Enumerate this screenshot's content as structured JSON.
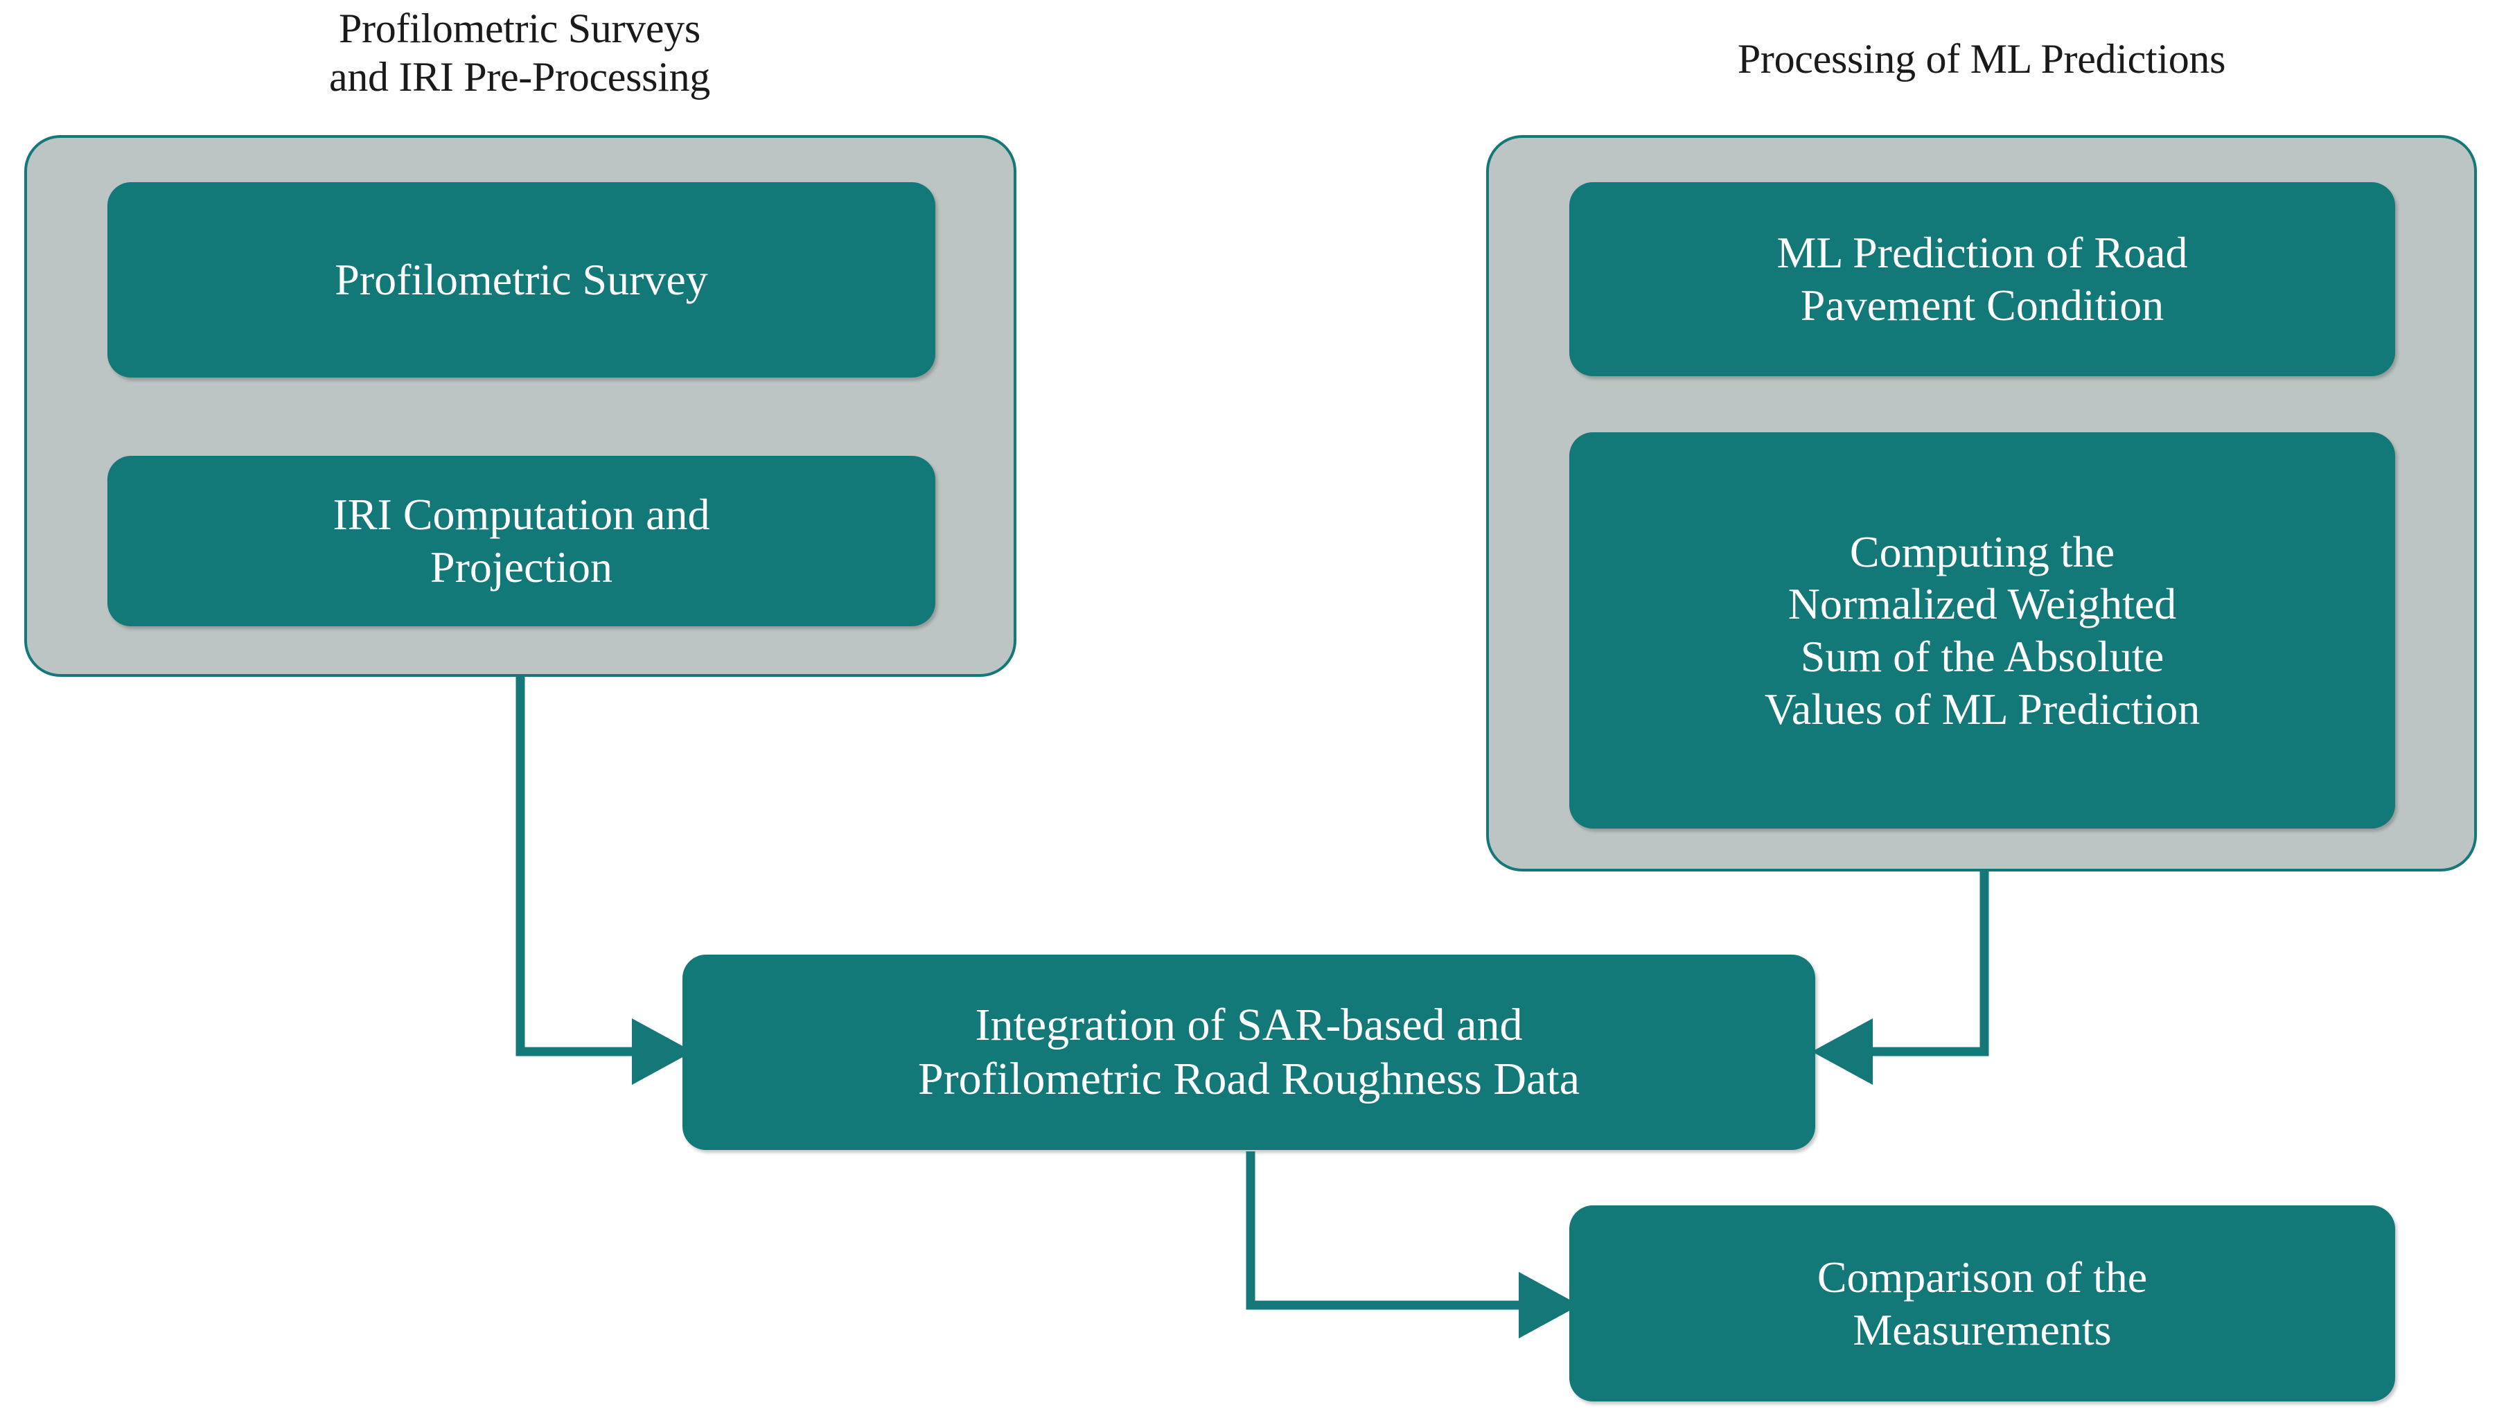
{
  "figure": {
    "type": "flowchart",
    "orientation": "top-down",
    "background_color": "#ffffff"
  },
  "colors": {
    "node_fill": "#137878",
    "node_text": "#ffffff",
    "group_fill": "#bcc5c3",
    "group_border": "#157878",
    "connector": "#157878",
    "title_text": "#1a1a1a"
  },
  "groups": [
    {
      "id": "profilometric-surveys",
      "title": "Profilometric Surveys\nand IRI Pre-Processing",
      "nodes": [
        {
          "id": "profilometric-survey",
          "label": "Profilometric Survey"
        },
        {
          "id": "iri-computation",
          "label": "IRI Computation and\nProjection"
        }
      ]
    },
    {
      "id": "ml-predictions",
      "title": "Processing of ML Predictions",
      "nodes": [
        {
          "id": "ml-prediction",
          "label": "ML Prediction of Road\nPavement Condition"
        },
        {
          "id": "normalized-sum",
          "label": "Computing the\nNormalized Weighted\nSum of the Absolute\nValues of ML Prediction"
        }
      ]
    }
  ],
  "standalone_nodes": [
    {
      "id": "integration",
      "label": "Integration of SAR-based and\nProfilometric Road Roughness Data"
    },
    {
      "id": "comparison",
      "label": "Comparison of the\nMeasurements"
    }
  ],
  "connectors": [
    {
      "id": "left-group-to-integration",
      "from": "profilometric-surveys",
      "to": "integration",
      "style": "elbow",
      "arrowhead": "right"
    },
    {
      "id": "right-group-to-integration",
      "from": "ml-predictions",
      "to": "integration",
      "style": "elbow",
      "arrowhead": "left"
    },
    {
      "id": "integration-to-comparison",
      "from": "integration",
      "to": "comparison",
      "style": "elbow",
      "arrowhead": "right"
    }
  ]
}
